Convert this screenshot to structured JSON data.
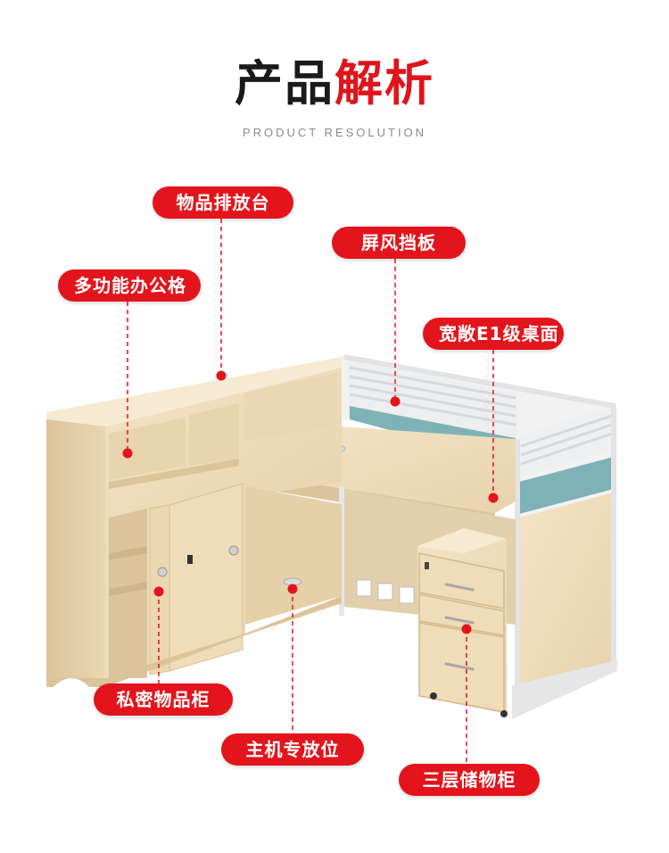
{
  "header": {
    "title_dark": "产品",
    "title_red": "解析",
    "subtitle": "PRODUCT RESOLUTION"
  },
  "colors": {
    "accent": "#e3141b",
    "wood": "#efdcb8",
    "panel_blue": "#7fb2b6",
    "frame": "#e6e6e6"
  },
  "labels": [
    {
      "name": "item-storage-top",
      "text": "物品排放台"
    },
    {
      "name": "screen-panel",
      "text": "屏风挡板"
    },
    {
      "name": "multi-office-grid",
      "text": "多功能办公格"
    },
    {
      "name": "e1-desktop",
      "text": "宽敞E1级桌面"
    },
    {
      "name": "private-cabinet",
      "text": "私密物品柜"
    },
    {
      "name": "host-position",
      "text": "主机专放位"
    },
    {
      "name": "three-drawer-cabinet",
      "text": "三层储物柜"
    }
  ]
}
